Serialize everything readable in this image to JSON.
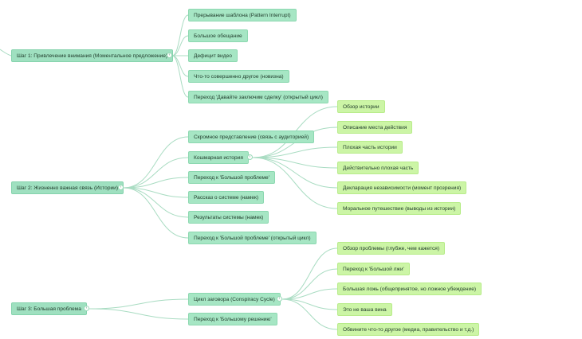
{
  "mindmap": {
    "steps": [
      {
        "label": "Шаг 1: Привлечение внимания (Моментальное предложение)",
        "children": [
          {
            "label": "Прерывание шаблона (Pattern Interrupt)"
          },
          {
            "label": "Большое обещание"
          },
          {
            "label": "Дефицит видео"
          },
          {
            "label": "Что-то совершенно другое (новизна)"
          },
          {
            "label": "Переход 'Давайте заключим сделку' (открытый цикл)"
          }
        ]
      },
      {
        "label": "Шаг 2: Жизненно важная связь (Истории)",
        "children": [
          {
            "label": "Скромное представление (связь с аудиторией)"
          },
          {
            "label": "Кошмарная история",
            "children": [
              {
                "label": "Обзор истории"
              },
              {
                "label": "Описание места действия"
              },
              {
                "label": "Плохая часть истории"
              },
              {
                "label": "Действительно плохая часть"
              },
              {
                "label": "Декларация независимости (момент прозрения)"
              },
              {
                "label": "Моральное путешествие (выводы из истории)"
              }
            ]
          },
          {
            "label": "Переход к 'Большой проблеме'"
          },
          {
            "label": "Рассказ о системе (намек)"
          },
          {
            "label": "Результаты системы (намек)"
          },
          {
            "label": "Переход к 'Большой проблеме' (открытый цикл)"
          }
        ]
      },
      {
        "label": "Шаг 3: Большая проблема",
        "children": [
          {
            "label": "Цикл заговора (Conspiracy Cycle)",
            "children": [
              {
                "label": "Обзор проблемы (глубже, чем кажется)"
              },
              {
                "label": "Переход к 'Большой лжи'"
              },
              {
                "label": "Большая ложь (общепринятое, но ложное убеждение)"
              },
              {
                "label": "Это не ваша вина"
              },
              {
                "label": "Обвините что-то другое (медиа, правительство и т.д.)"
              }
            ]
          },
          {
            "label": "Переход к 'Большому решению'"
          }
        ]
      }
    ]
  },
  "colors": {
    "line": "#a9dcc2",
    "root": "#9fe0c0",
    "level1": "#a6e6c4",
    "level2": "#ccf5a6"
  }
}
